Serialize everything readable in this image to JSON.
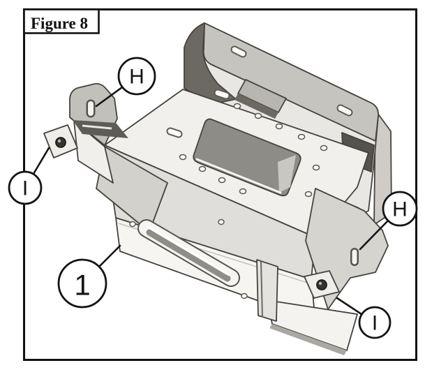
{
  "figure": {
    "label": "Figure 8"
  },
  "callouts": [
    {
      "label": "H"
    },
    {
      "label": "I"
    },
    {
      "label": "H"
    },
    {
      "label": "I"
    },
    {
      "label": "1"
    }
  ],
  "colors": {
    "frame": "#111111",
    "outline": "#45433f",
    "metal_light": "#f2f0ed",
    "metal_mid": "#c6c4bf",
    "metal_dark": "#6b6961",
    "background": "#ffffff"
  }
}
